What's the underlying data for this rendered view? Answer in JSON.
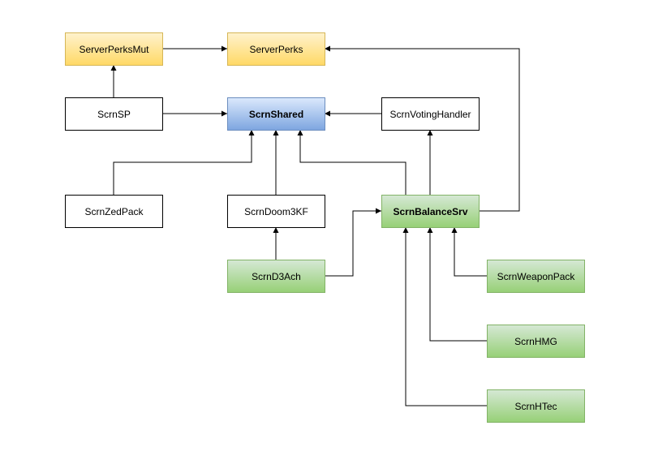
{
  "nodes": {
    "server_perks_mut": "ServerPerksMut",
    "server_perks": "ServerPerks",
    "scrn_sp": "ScrnSP",
    "scrn_shared": "ScrnShared",
    "scrn_voting_handler": "ScrnVotingHandler",
    "scrn_zed_pack": "ScrnZedPack",
    "scrn_doom3kf": "ScrnDoom3KF",
    "scrn_balance_srv": "ScrnBalanceSrv",
    "scrn_d3ach": "ScrnD3Ach",
    "scrn_weapon_pack": "ScrnWeaponPack",
    "scrn_hmg": "ScrnHMG",
    "scrn_htec": "ScrnHTec"
  },
  "colors": {
    "yellow_fill": "#ffe599",
    "yellow_border": "#d6b656",
    "blue_fill": "#a9c4eb",
    "blue_border": "#6c8ebf",
    "green_fill": "#b9e0a5",
    "green_border": "#82b366",
    "edge": "#000000"
  }
}
